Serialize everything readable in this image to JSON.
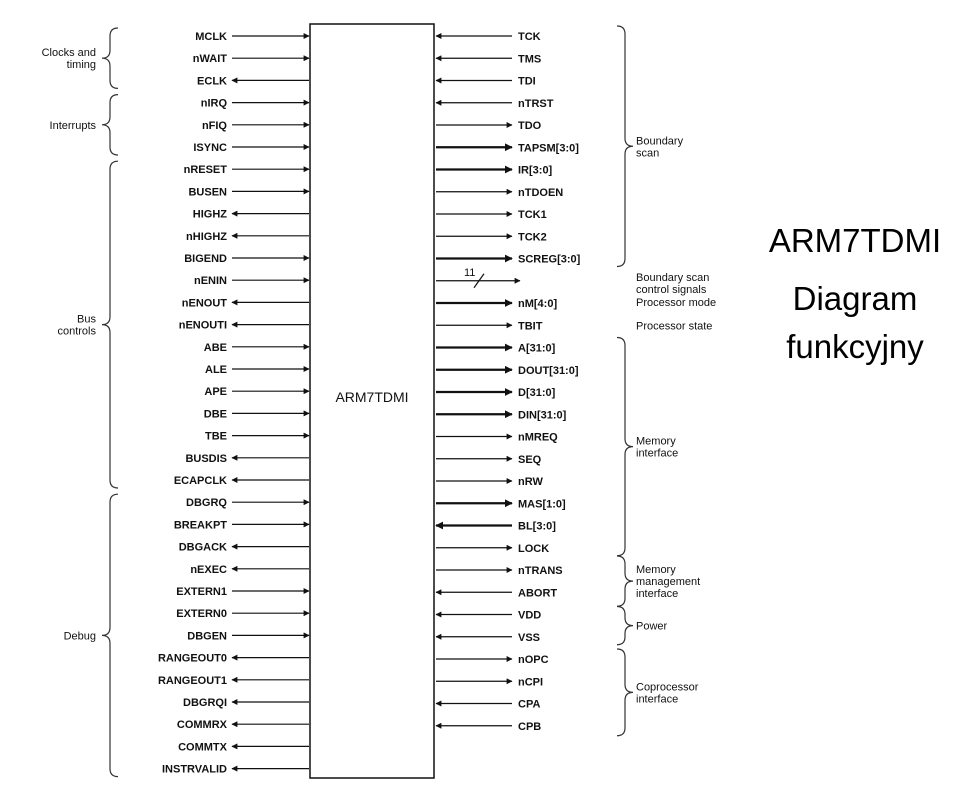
{
  "chip_name": "ARM7TDMI",
  "title": {
    "line1": "ARM7TDMI",
    "line2": "Diagram",
    "line3": "funkcyjny"
  },
  "left_pins": [
    {
      "name": "MCLK",
      "dir": "in"
    },
    {
      "name": "nWAIT",
      "dir": "in"
    },
    {
      "name": "ECLK",
      "dir": "out"
    },
    {
      "name": "nIRQ",
      "dir": "in"
    },
    {
      "name": "nFIQ",
      "dir": "in"
    },
    {
      "name": "ISYNC",
      "dir": "in"
    },
    {
      "name": "nRESET",
      "dir": "in"
    },
    {
      "name": "BUSEN",
      "dir": "in"
    },
    {
      "name": "HIGHZ",
      "dir": "out"
    },
    {
      "name": "nHIGHZ",
      "dir": "out"
    },
    {
      "name": "BIGEND",
      "dir": "in"
    },
    {
      "name": "nENIN",
      "dir": "in"
    },
    {
      "name": "nENOUT",
      "dir": "out"
    },
    {
      "name": "nENOUTI",
      "dir": "out"
    },
    {
      "name": "ABE",
      "dir": "in"
    },
    {
      "name": "ALE",
      "dir": "in"
    },
    {
      "name": "APE",
      "dir": "in"
    },
    {
      "name": "DBE",
      "dir": "in"
    },
    {
      "name": "TBE",
      "dir": "in"
    },
    {
      "name": "BUSDIS",
      "dir": "out"
    },
    {
      "name": "ECAPCLK",
      "dir": "out"
    },
    {
      "name": "DBGRQ",
      "dir": "in"
    },
    {
      "name": "BREAKPT",
      "dir": "in"
    },
    {
      "name": "DBGACK",
      "dir": "out"
    },
    {
      "name": "nEXEC",
      "dir": "out"
    },
    {
      "name": "EXTERN1",
      "dir": "in"
    },
    {
      "name": "EXTERN0",
      "dir": "in"
    },
    {
      "name": "DBGEN",
      "dir": "in"
    },
    {
      "name": "RANGEOUT0",
      "dir": "out"
    },
    {
      "name": "RANGEOUT1",
      "dir": "out"
    },
    {
      "name": "DBGRQI",
      "dir": "out"
    },
    {
      "name": "COMMRX",
      "dir": "out"
    },
    {
      "name": "COMMTX",
      "dir": "out"
    },
    {
      "name": "INSTRVALID",
      "dir": "out"
    }
  ],
  "right_pins": [
    {
      "name": "TCK",
      "dir": "in",
      "bus": false
    },
    {
      "name": "TMS",
      "dir": "in",
      "bus": false
    },
    {
      "name": "TDI",
      "dir": "in",
      "bus": false
    },
    {
      "name": "nTRST",
      "dir": "in",
      "bus": false
    },
    {
      "name": "TDO",
      "dir": "out",
      "bus": false
    },
    {
      "name": "TAPSM[3:0]",
      "dir": "out",
      "bus": true
    },
    {
      "name": "IR[3:0]",
      "dir": "out",
      "bus": true
    },
    {
      "name": "nTDOEN",
      "dir": "out",
      "bus": false
    },
    {
      "name": "TCK1",
      "dir": "out",
      "bus": false
    },
    {
      "name": "TCK2",
      "dir": "out",
      "bus": false
    },
    {
      "name": "SCREG[3:0]",
      "dir": "out",
      "bus": true
    },
    {
      "name": "",
      "dir": "out",
      "bus": false,
      "bus_width": "11"
    },
    {
      "name": "nM[4:0]",
      "dir": "out",
      "bus": true
    },
    {
      "name": "TBIT",
      "dir": "out",
      "bus": false
    },
    {
      "name": "A[31:0]",
      "dir": "out",
      "bus": true
    },
    {
      "name": "DOUT[31:0]",
      "dir": "out",
      "bus": true
    },
    {
      "name": "D[31:0]",
      "dir": "out",
      "bus": true
    },
    {
      "name": "DIN[31:0]",
      "dir": "out",
      "bus": true
    },
    {
      "name": "nMREQ",
      "dir": "out",
      "bus": false
    },
    {
      "name": "SEQ",
      "dir": "out",
      "bus": false
    },
    {
      "name": "nRW",
      "dir": "out",
      "bus": false
    },
    {
      "name": "MAS[1:0]",
      "dir": "out",
      "bus": true
    },
    {
      "name": "BL[3:0]",
      "dir": "in",
      "bus": true
    },
    {
      "name": "LOCK",
      "dir": "out",
      "bus": false
    },
    {
      "name": "nTRANS",
      "dir": "out",
      "bus": false
    },
    {
      "name": "ABORT",
      "dir": "in",
      "bus": false
    },
    {
      "name": "VDD",
      "dir": "in",
      "bus": false
    },
    {
      "name": "VSS",
      "dir": "in",
      "bus": false
    },
    {
      "name": "nOPC",
      "dir": "out",
      "bus": false
    },
    {
      "name": "nCPI",
      "dir": "out",
      "bus": false
    },
    {
      "name": "CPA",
      "dir": "in",
      "bus": false
    },
    {
      "name": "CPB",
      "dir": "in",
      "bus": false
    }
  ],
  "left_groups": [
    {
      "lines": [
        "Clocks and",
        "timing"
      ]
    },
    {
      "lines": [
        "Interrupts"
      ]
    },
    {
      "lines": [
        "Bus",
        "controls"
      ]
    },
    {
      "lines": [
        "Debug"
      ]
    }
  ],
  "right_groups": [
    {
      "lines": [
        "Boundary",
        "scan"
      ]
    },
    {
      "lines": [
        "Boundary scan",
        "control signals"
      ]
    },
    {
      "lines": [
        "Processor mode"
      ]
    },
    {
      "lines": [
        "Processor state"
      ]
    },
    {
      "lines": [
        "Memory",
        "interface"
      ]
    },
    {
      "lines": [
        "Memory",
        "management",
        "interface"
      ]
    },
    {
      "lines": [
        "Power"
      ]
    },
    {
      "lines": [
        "Coprocessor",
        "interface"
      ]
    }
  ]
}
